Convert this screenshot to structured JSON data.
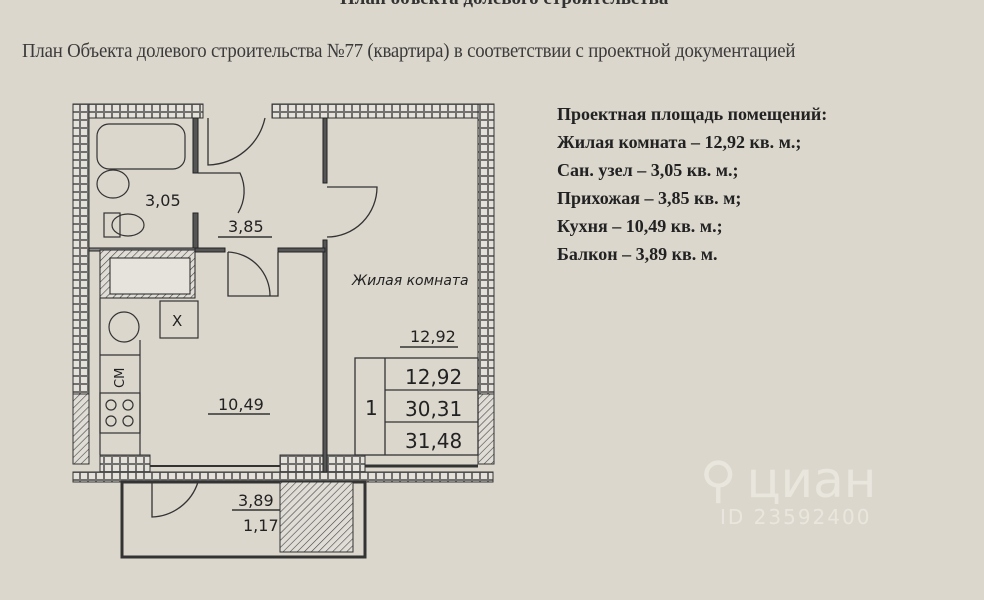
{
  "document": {
    "title": "План объекта долевого строительства",
    "subtitle": "План Объекта долевого строительства №77 (квартира) в соответствии с проектной документацией"
  },
  "areas": {
    "heading": "Проектная площадь помещений:",
    "items": [
      "Жилая комната – 12,92 кв. м.;",
      "Сан. узел – 3,05 кв. м.;",
      "Прихожая – 3,85 кв. м;",
      "Кухня – 10,49 кв. м.;",
      "Балкон – 3,89 кв. м."
    ]
  },
  "plan": {
    "bathroom_area": "3,05",
    "hall_area": "3,85",
    "living_room_label": "Жилая комната",
    "living_room_area": "12,92",
    "kitchen_area": "10,49",
    "balcony_area": "3,89",
    "balcony_reduced_area": "1,17",
    "washer_label": "СМ",
    "fridge_label": "Х",
    "summary_table": {
      "rooms": "1",
      "living_area": "12,92",
      "total_area": "30,31",
      "total_with_balcony": "31,48"
    }
  },
  "watermark": {
    "brand": "циан",
    "id": "ID 235924​00"
  }
}
